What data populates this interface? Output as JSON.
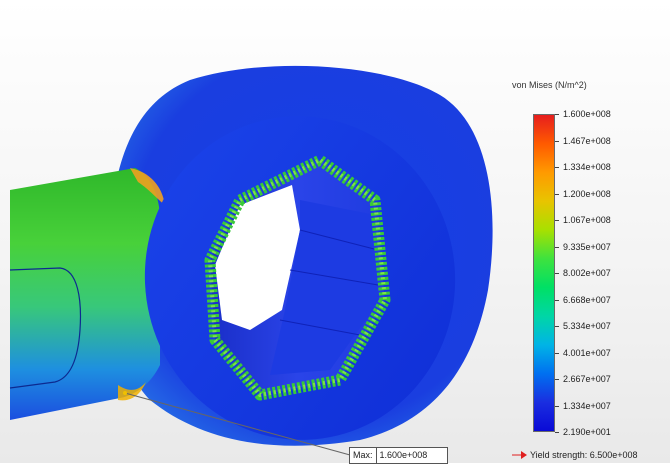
{
  "legend": {
    "title": "von Mises (N/m^2)",
    "ticks": [
      "1.600e+008",
      "1.467e+008",
      "1.334e+008",
      "1.200e+008",
      "1.067e+008",
      "9.335e+007",
      "8.002e+007",
      "6.668e+007",
      "5.334e+007",
      "4.001e+007",
      "2.667e+007",
      "1.334e+007",
      "2.190e+001"
    ],
    "colors": [
      "#e61e1e",
      "#ff5a00",
      "#ff9a00",
      "#e8c400",
      "#a8e000",
      "#3ee23e",
      "#00e065",
      "#00d6a6",
      "#00b4e6",
      "#0070f0",
      "#1a2ee0",
      "#0a0ad6"
    ]
  },
  "callout": {
    "caption": "Max:",
    "value": "1.600e+008"
  },
  "yield": {
    "text": "Yield strength: 6.500e+008",
    "arrow_color": "#e02020"
  }
}
